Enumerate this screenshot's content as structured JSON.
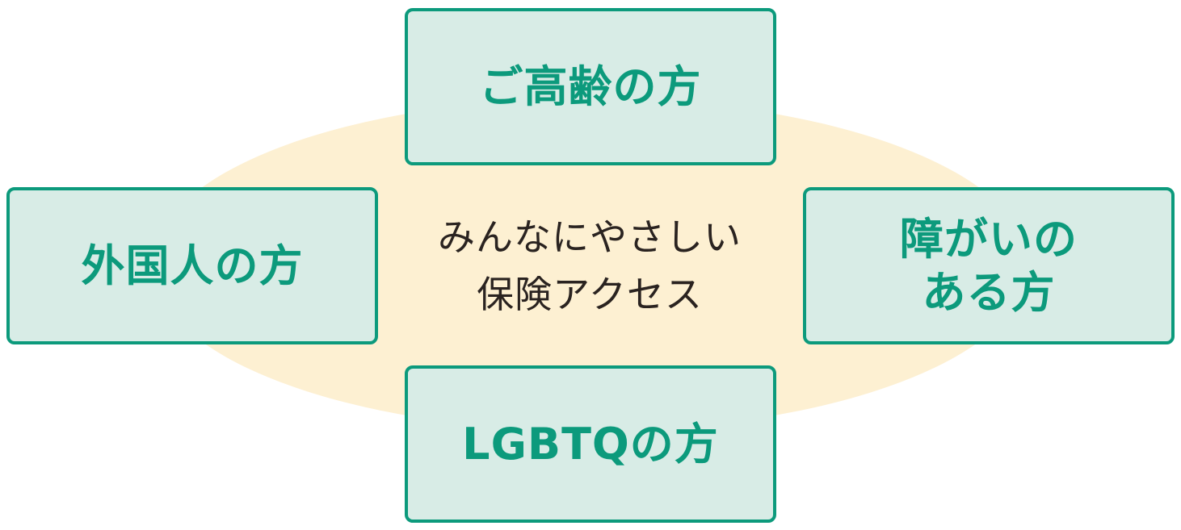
{
  "colors": {
    "accent": "#0c9a7c",
    "box_fill": "#d8ece6",
    "ellipse_fill": "#fdf0d2",
    "center_text": "#2a2320"
  },
  "center": {
    "line1": "みんなにやさしい",
    "line2": "保険アクセス"
  },
  "boxes": {
    "top": "ご高齢の方",
    "left": "外国人の方",
    "right": "障がいの\nある方",
    "bottom": "LGBTQの方"
  }
}
